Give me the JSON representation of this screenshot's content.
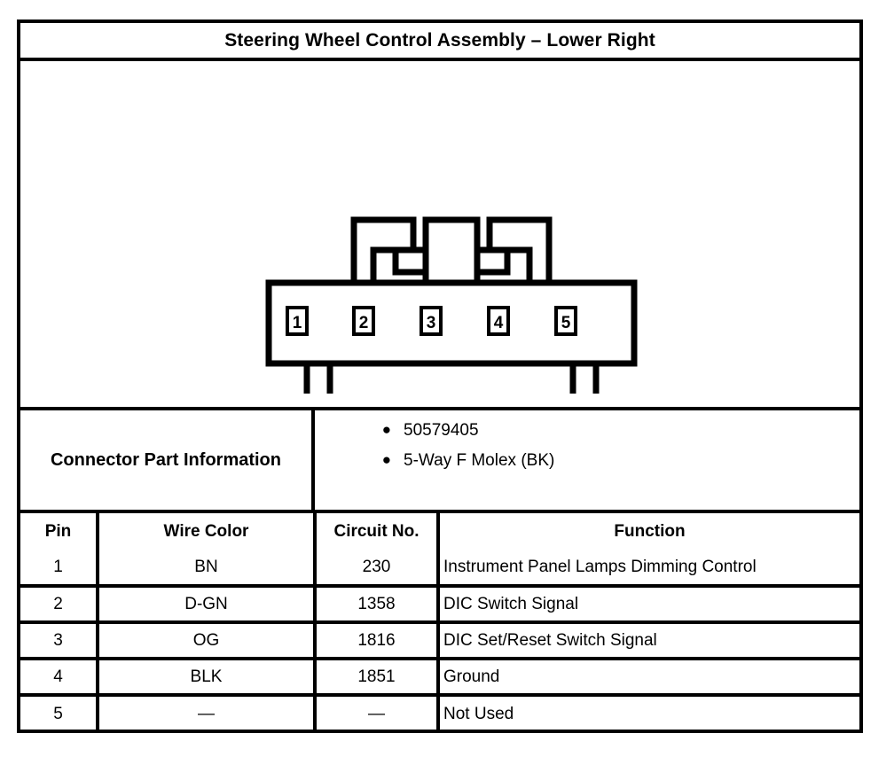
{
  "header": {
    "title": "Steering Wheel Control Assembly – Lower Right"
  },
  "diagram": {
    "name": "connector-face-view",
    "description": "5-way female Molex connector front view with numbered cavities",
    "pin_labels": [
      "1",
      "2",
      "3",
      "4",
      "5"
    ],
    "line_color": "#000000",
    "fill_color": "#ffffff"
  },
  "part_info": {
    "label": "Connector Part Information",
    "bullet_glyph": "●",
    "items": [
      "50579405",
      "5-Way F Molex (BK)"
    ]
  },
  "pin_table": {
    "headers": {
      "pin": "Pin",
      "wire_color": "Wire Color",
      "circuit_no": "Circuit No.",
      "function": "Function"
    },
    "rows": [
      {
        "pin": "1",
        "wire_color": "BN",
        "circuit_no": "230",
        "function": "Instrument Panel Lamps Dimming Control"
      },
      {
        "pin": "2",
        "wire_color": "D-GN",
        "circuit_no": "1358",
        "function": "DIC Switch Signal"
      },
      {
        "pin": "3",
        "wire_color": "OG",
        "circuit_no": "1816",
        "function": "DIC Set/Reset Switch Signal"
      },
      {
        "pin": "4",
        "wire_color": "BLK",
        "circuit_no": "1851",
        "function": "Ground"
      },
      {
        "pin": "5",
        "wire_color": "—",
        "circuit_no": "—",
        "function": "Not Used"
      }
    ]
  }
}
